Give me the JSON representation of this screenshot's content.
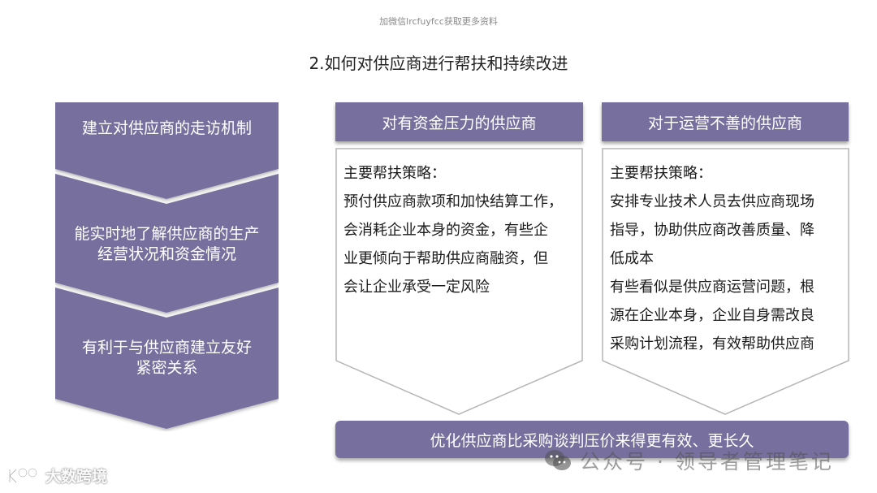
{
  "watermark_top": "加微信lrcfuyfcc获取更多资料",
  "title": "2.如何对供应商进行帮扶和持续改进",
  "colors": {
    "accent_purple": "#77709e",
    "panel_border": "#b5b5b5",
    "text_dark": "#1a1a1a"
  },
  "flow": {
    "steps": [
      {
        "lines": [
          "建立对供应商的走访机制"
        ]
      },
      {
        "lines": [
          "能实时地了解供应商的生产",
          "经营状况和资金情况"
        ]
      },
      {
        "lines": [
          "有利于与供应商建立友好",
          "紧密关系"
        ]
      }
    ]
  },
  "columns": [
    {
      "header": "对有资金压力的供应商",
      "strategy_label": "主要帮扶策略：",
      "lines": [
        "预付供应商款项和加快结算工作，",
        "会消耗企业本身的资金，有些企",
        "业更倾向于帮助供应商融资，但",
        "会让企业承受一定风险"
      ]
    },
    {
      "header": "对于运营不善的供应商",
      "strategy_label": "主要帮扶策略：",
      "lines": [
        "安排专业技术人员去供应商现场",
        "指导，协助供应商改善质量、降",
        "低成本",
        "有些看似是供应商运营问题，根",
        "源在企业本身，企业自身需改良",
        "采购计划流程，有效帮助供应商"
      ]
    }
  ],
  "bottom_bar": "优化供应商比采购谈判压价来得更有效、更长久",
  "watermarks": {
    "wechat_icon": "wechat-icon",
    "wechat_text": "公众号 · 领导者管理笔记",
    "brand_logo": "1000-logo-icon",
    "brand_text": "大数跨境"
  }
}
